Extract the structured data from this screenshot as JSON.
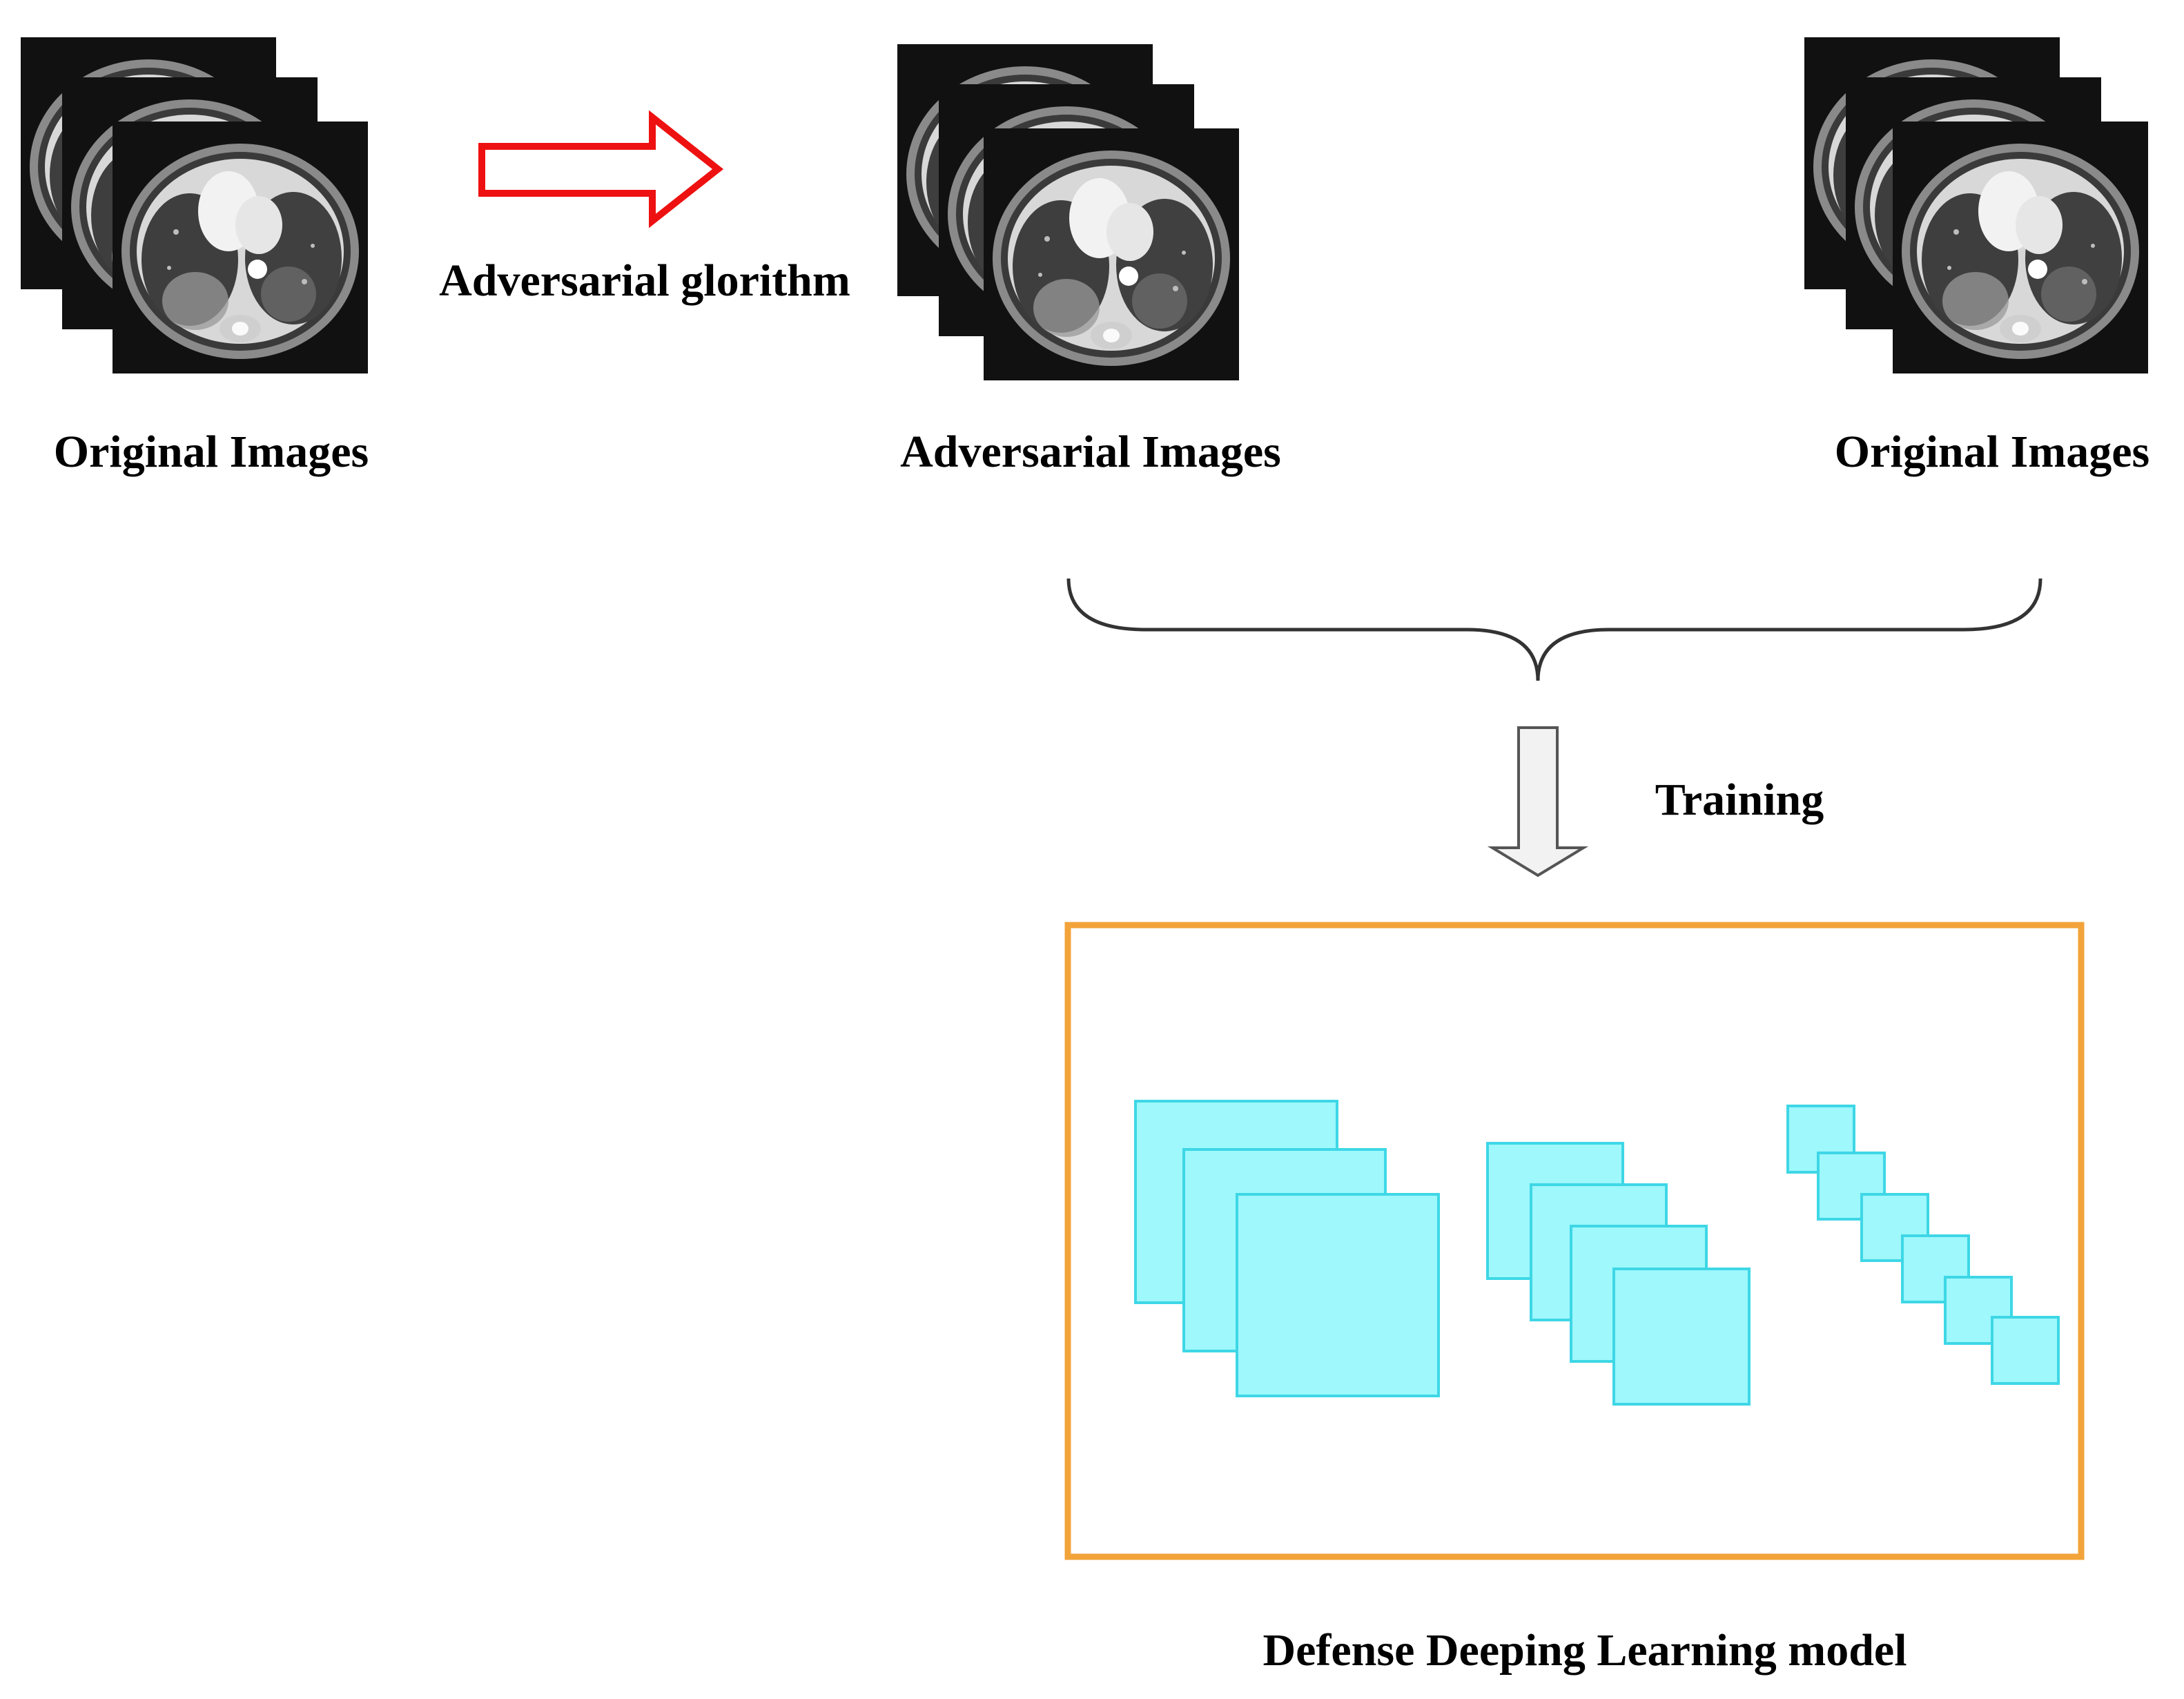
{
  "labels": {
    "original_left": "Original Images",
    "adversarial_algorithm": "Adversarial glorithm",
    "adversarial_images": "Adversarial Images",
    "original_right": "Original Images",
    "training": "Training",
    "model": "Defense Deeping Learning model"
  },
  "image_stacks": [
    {
      "name": "original-images-left-stack",
      "count": 3
    },
    {
      "name": "adversarial-images-stack",
      "count": 3
    },
    {
      "name": "original-images-right-stack",
      "count": 3
    }
  ],
  "model_layer_groups": [
    3,
    4,
    6
  ],
  "colors": {
    "arrow_outline": "#ee1111",
    "model_border": "#f2a33a",
    "layer_fill": "#9ef8fc",
    "layer_stroke": "#3ed7e6",
    "down_arrow_fill": "#f2f2f2",
    "down_arrow_stroke": "#555555",
    "brace": "#333333"
  }
}
